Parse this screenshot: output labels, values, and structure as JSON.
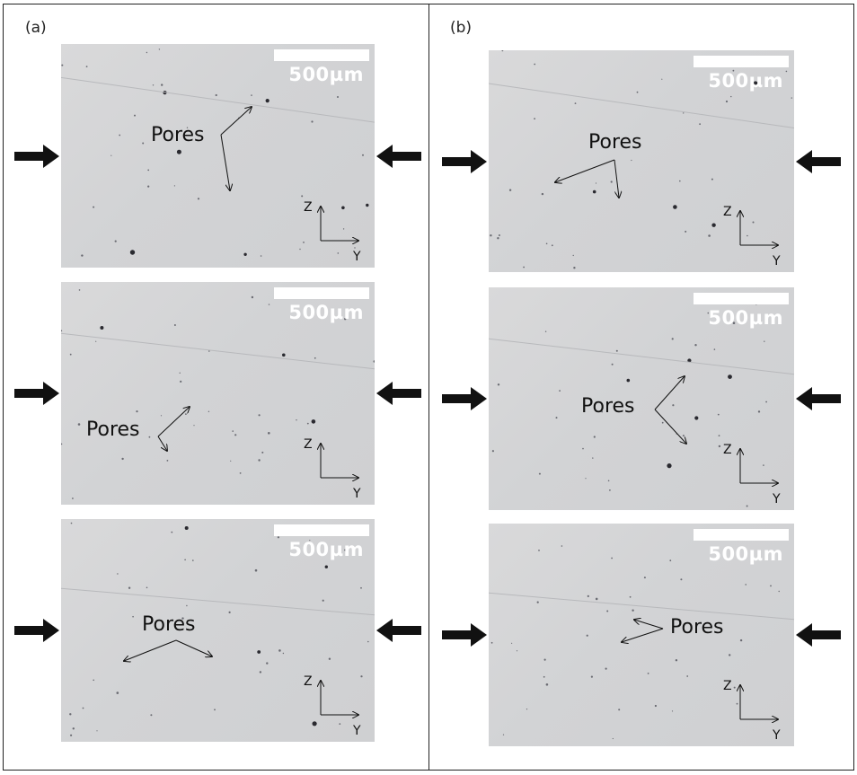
{
  "columns": [
    {
      "label": "(a)",
      "panels": [
        {
          "scale": "500µm",
          "pores": "Pores",
          "z": "Z",
          "y": "Y"
        },
        {
          "scale": "500µm",
          "pores": "Pores",
          "z": "Z",
          "y": "Y"
        },
        {
          "scale": "500µm",
          "pores": "Pores",
          "z": "Z",
          "y": "Y"
        }
      ]
    },
    {
      "label": "(b)",
      "panels": [
        {
          "scale": "500µm",
          "pores": "Pores",
          "z": "Z",
          "y": "Y"
        },
        {
          "scale": "500µm",
          "pores": "Pores",
          "z": "Z",
          "y": "Y"
        },
        {
          "scale": "500µm",
          "pores": "Pores",
          "z": "Z",
          "y": "Y"
        }
      ]
    }
  ],
  "colors": {
    "border": "#222222",
    "panel_bg": "#d3d4d6",
    "arrow": "#111111",
    "scale_bar": "#ffffff"
  }
}
